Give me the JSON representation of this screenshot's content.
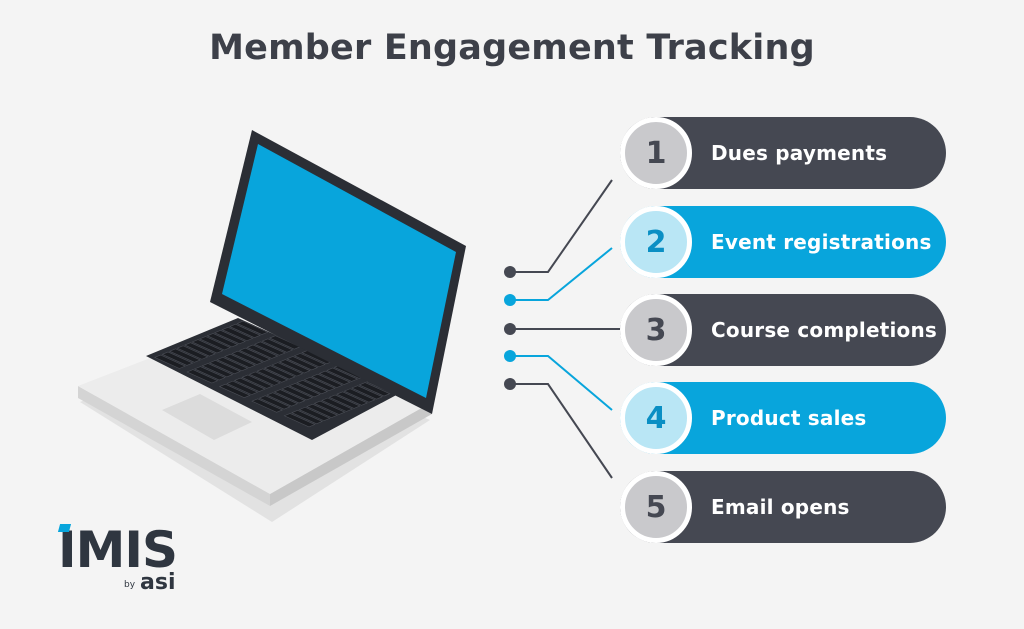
{
  "title": "Member Engagement Tracking",
  "items": [
    {
      "number": "1",
      "label": "Dues payments"
    },
    {
      "number": "2",
      "label": "Event registrations"
    },
    {
      "number": "3",
      "label": "Course completions"
    },
    {
      "number": "4",
      "label": "Product sales"
    },
    {
      "number": "5",
      "label": "Email opens"
    }
  ],
  "logo": {
    "main": "IMIS",
    "by": "by",
    "sub": "asi"
  },
  "colors": {
    "dark": "#454852",
    "blue": "#08a5dc",
    "light_blue": "#b9e6f5",
    "gray": "#c9c9cc",
    "background": "#f4f4f4"
  },
  "icons": [
    "laptop-illustration",
    "connector-line",
    "connector-dot"
  ]
}
